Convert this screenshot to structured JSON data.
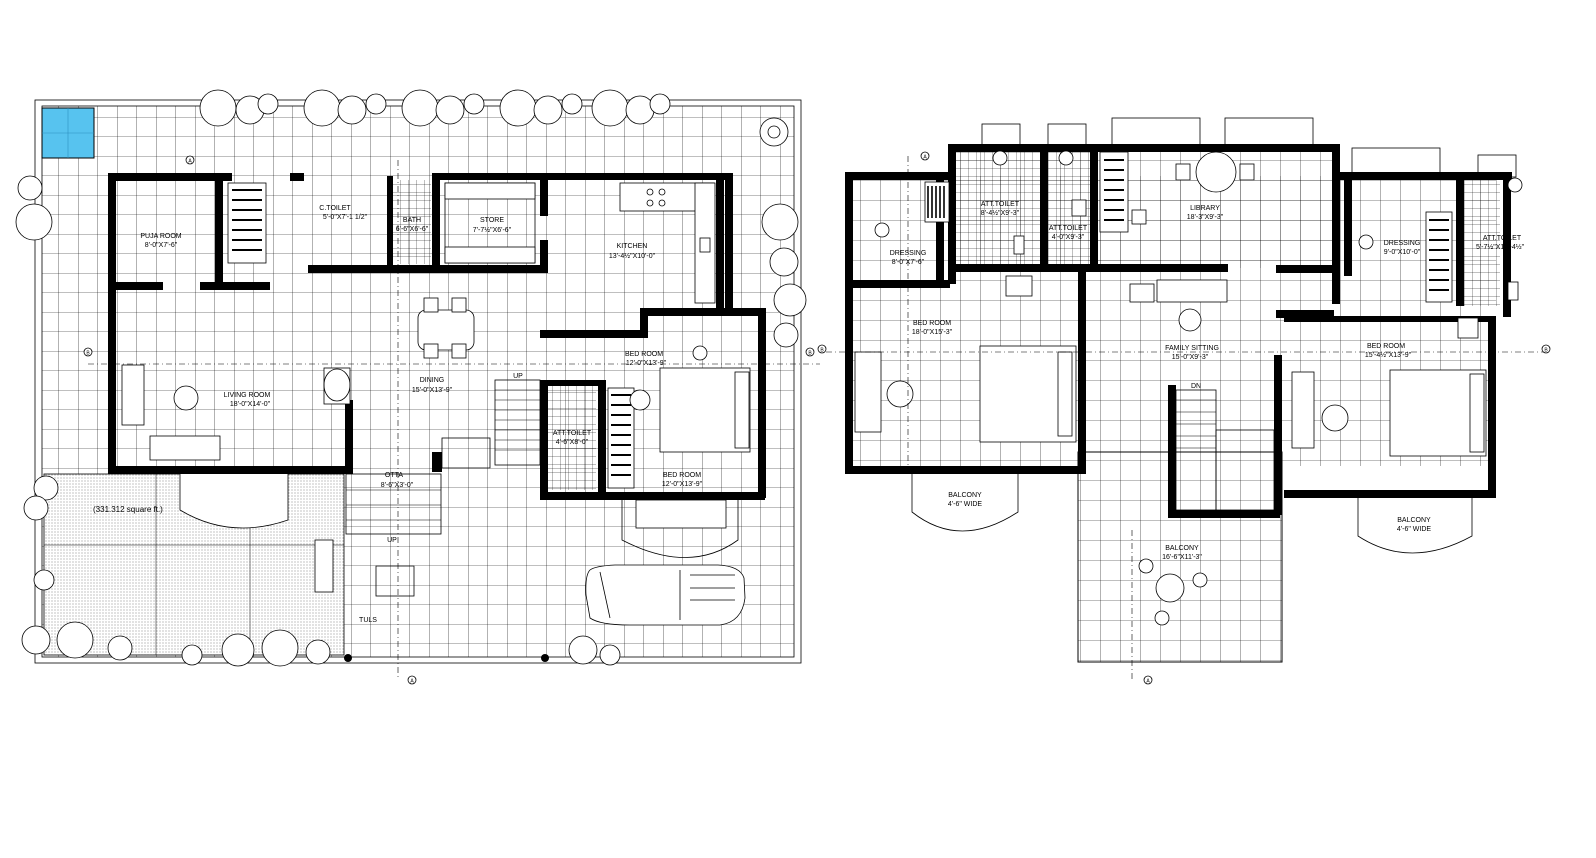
{
  "ground_floor": {
    "area_label": "(331.312 square ft.)",
    "rooms": {
      "puja_name": "PUJA ROOM",
      "puja_dim": "8'-0\"X7'-6\"",
      "wc_name": "C.TOILET",
      "wc_dim": "5'-0\"X7'-1 1/2\"",
      "bath_name": "BATH",
      "bath_dim": "6'-6\"X6'-6\"",
      "store_name": "STORE",
      "store_dim": "7'-7½\"X6'-6\"",
      "kitchen_name": "KITCHEN",
      "kitchen_dim": "13'-4½\"X10'-0\"",
      "living_name": "LIVING ROOM",
      "living_dim": "18'-0\"X14'-0\"",
      "dining_name": "DINING",
      "dining_dim": "15'-0\"X13'-9\"",
      "bed_name": "BED ROOM",
      "bed_dim": "12'-0\"X13'-9\"",
      "toilet_name": "ATT.TOILET",
      "toilet_dim": "4'-6\"X8'-0\"",
      "otta_name": "OTTA",
      "otta_dim": "8'-6\"X3'-0\"",
      "up_label": "UP",
      "ups_label": "UP",
      "tuls_label": "TULS"
    }
  },
  "first_floor": {
    "rooms": {
      "dressing1_name": "DRESSING",
      "dressing1_dim": "8'-0\"X7'-6\"",
      "toilet1_name": "ATT.TOILET",
      "toilet1_dim": "8'-4½\"X9'-3\"",
      "toilet2_name": "ATT.TOILET",
      "toilet2_dim": "4'-0\"X9'-3\"",
      "library_name": "LIBRARY",
      "library_dim": "18'-3\"X9'-3\"",
      "dressing2_name": "DRESSING",
      "dressing2_dim": "9'-0\"X10'-0\"",
      "toilet3_name": "ATT.TOILET",
      "toilet3_dim": "5'-7½\"X10'-4½\"",
      "bed1_name": "BED ROOM",
      "bed1_dim": "18'-0\"X15'-3\"",
      "family_name": "FAMILY SITTING",
      "family_dim": "15'-0\"X9'-3\"",
      "bed2_name": "BED ROOM",
      "bed2_dim": "15'-4½\"X13'-9\"",
      "dn_label": "DN",
      "balc1_name": "BALCONY",
      "balc1_dim": "4'-6\" WIDE",
      "balc2_name": "BALCONY",
      "balc2_dim": "16'-6\"X11'-3\"",
      "balc3_name": "BALCONY",
      "balc3_dim": "4'-6\" WIDE"
    }
  },
  "markers": {
    "a": "A",
    "b": "B"
  }
}
